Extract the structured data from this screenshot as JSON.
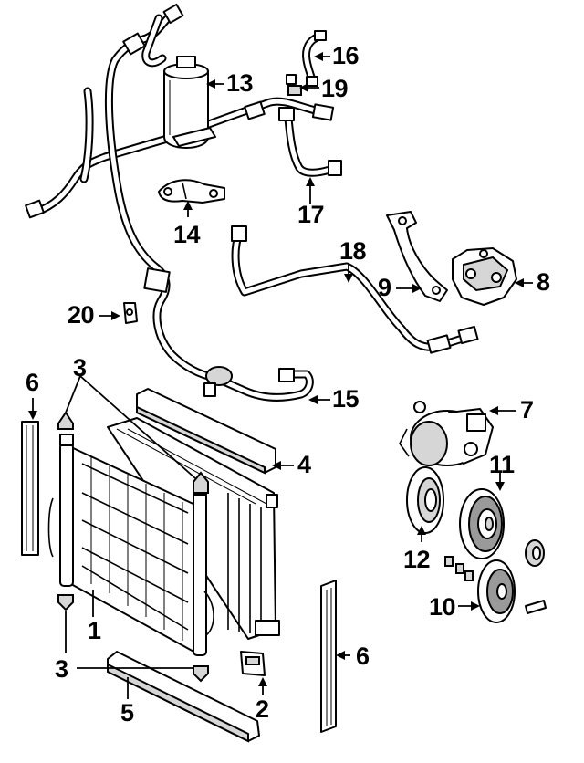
{
  "callouts": [
    {
      "id": "c1",
      "text": "1"
    },
    {
      "id": "c2",
      "text": "2"
    },
    {
      "id": "c3a",
      "text": "3"
    },
    {
      "id": "c3b",
      "text": "3"
    },
    {
      "id": "c4",
      "text": "4"
    },
    {
      "id": "c5",
      "text": "5"
    },
    {
      "id": "c6a",
      "text": "6"
    },
    {
      "id": "c6b",
      "text": "6"
    },
    {
      "id": "c7",
      "text": "7"
    },
    {
      "id": "c8",
      "text": "8"
    },
    {
      "id": "c9",
      "text": "9"
    },
    {
      "id": "c10",
      "text": "10"
    },
    {
      "id": "c11",
      "text": "11"
    },
    {
      "id": "c12",
      "text": "12"
    },
    {
      "id": "c13",
      "text": "13"
    },
    {
      "id": "c14",
      "text": "14"
    },
    {
      "id": "c15",
      "text": "15"
    },
    {
      "id": "c16",
      "text": "16"
    },
    {
      "id": "c17",
      "text": "17"
    },
    {
      "id": "c18",
      "text": "18"
    },
    {
      "id": "c19",
      "text": "19"
    },
    {
      "id": "c20",
      "text": "20"
    }
  ]
}
